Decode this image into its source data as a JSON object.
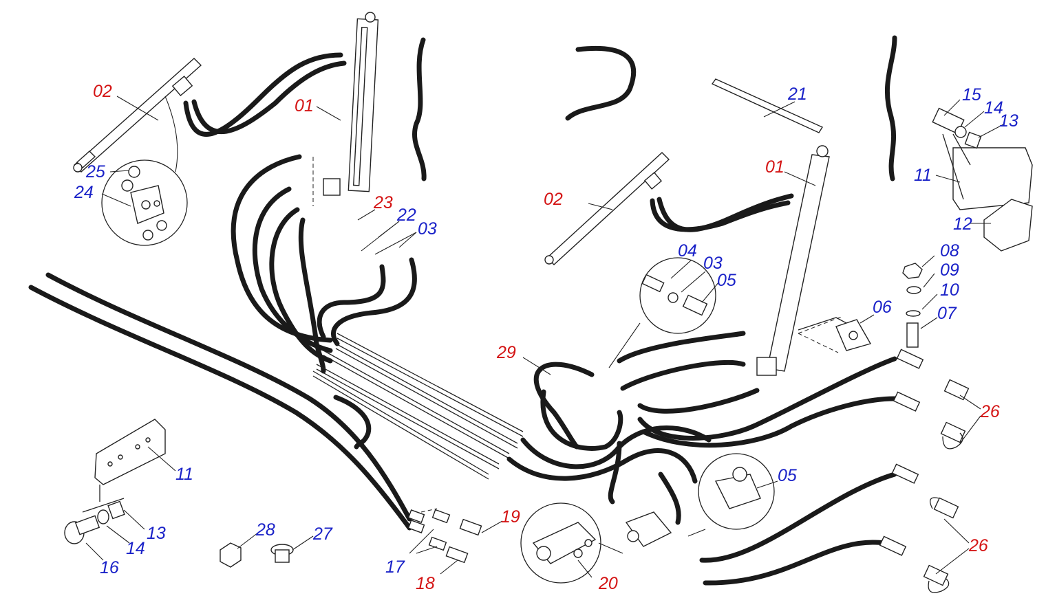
{
  "colors": {
    "red_label": "#d41414",
    "blue_label": "#1a22c8",
    "line": "#1a1a1a"
  },
  "labels": [
    {
      "id": "l02a",
      "text": "02",
      "color": "red"
    },
    {
      "id": "l01a",
      "text": "01",
      "color": "red"
    },
    {
      "id": "l25",
      "text": "25",
      "color": "blue"
    },
    {
      "id": "l24",
      "text": "24",
      "color": "blue"
    },
    {
      "id": "l23",
      "text": "23",
      "color": "red"
    },
    {
      "id": "l22",
      "text": "22",
      "color": "blue"
    },
    {
      "id": "l03a",
      "text": "03",
      "color": "blue"
    },
    {
      "id": "l21",
      "text": "21",
      "color": "blue"
    },
    {
      "id": "l02b",
      "text": "02",
      "color": "red"
    },
    {
      "id": "l01b",
      "text": "01",
      "color": "red"
    },
    {
      "id": "l15",
      "text": "15",
      "color": "blue"
    },
    {
      "id": "l14a",
      "text": "14",
      "color": "blue"
    },
    {
      "id": "l13a",
      "text": "13",
      "color": "blue"
    },
    {
      "id": "l11a",
      "text": "11",
      "color": "blue"
    },
    {
      "id": "l12",
      "text": "12",
      "color": "blue"
    },
    {
      "id": "l08",
      "text": "08",
      "color": "blue"
    },
    {
      "id": "l09",
      "text": "09",
      "color": "blue"
    },
    {
      "id": "l10",
      "text": "10",
      "color": "blue"
    },
    {
      "id": "l07",
      "text": "07",
      "color": "blue"
    },
    {
      "id": "l06",
      "text": "06",
      "color": "blue"
    },
    {
      "id": "l04",
      "text": "04",
      "color": "blue"
    },
    {
      "id": "l03b",
      "text": "03",
      "color": "blue"
    },
    {
      "id": "l05a",
      "text": "05",
      "color": "blue"
    },
    {
      "id": "l29",
      "text": "29",
      "color": "red"
    },
    {
      "id": "l26a",
      "text": "26",
      "color": "red"
    },
    {
      "id": "l05b",
      "text": "05",
      "color": "blue"
    },
    {
      "id": "l26b",
      "text": "26",
      "color": "red"
    },
    {
      "id": "l11b",
      "text": "11",
      "color": "blue"
    },
    {
      "id": "l13b",
      "text": "13",
      "color": "blue"
    },
    {
      "id": "l14b",
      "text": "14",
      "color": "blue"
    },
    {
      "id": "l16",
      "text": "16",
      "color": "blue"
    },
    {
      "id": "l28",
      "text": "28",
      "color": "blue"
    },
    {
      "id": "l27",
      "text": "27",
      "color": "blue"
    },
    {
      "id": "l19",
      "text": "19",
      "color": "red"
    },
    {
      "id": "l17",
      "text": "17",
      "color": "blue"
    },
    {
      "id": "l18",
      "text": "18",
      "color": "red"
    },
    {
      "id": "l20",
      "text": "20",
      "color": "red"
    }
  ]
}
